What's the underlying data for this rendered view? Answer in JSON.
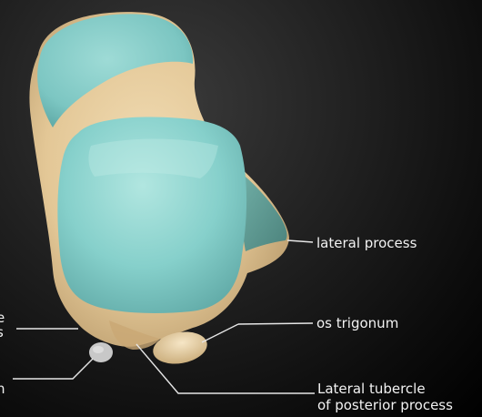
{
  "labels": {
    "lateral_process": "lateral process",
    "os_trigonum": "os trigonum",
    "lateral_tubercle_line1": "Lateral tubercle",
    "lateral_tubercle_line2": "of posterior process",
    "cut_left_a": "e",
    "cut_left_b": "s",
    "cut_left_c": "n"
  },
  "colors": {
    "bone": "#e8cfa0",
    "cartilage": "#7ec9c6",
    "leader_line": "#e6e6e6"
  }
}
